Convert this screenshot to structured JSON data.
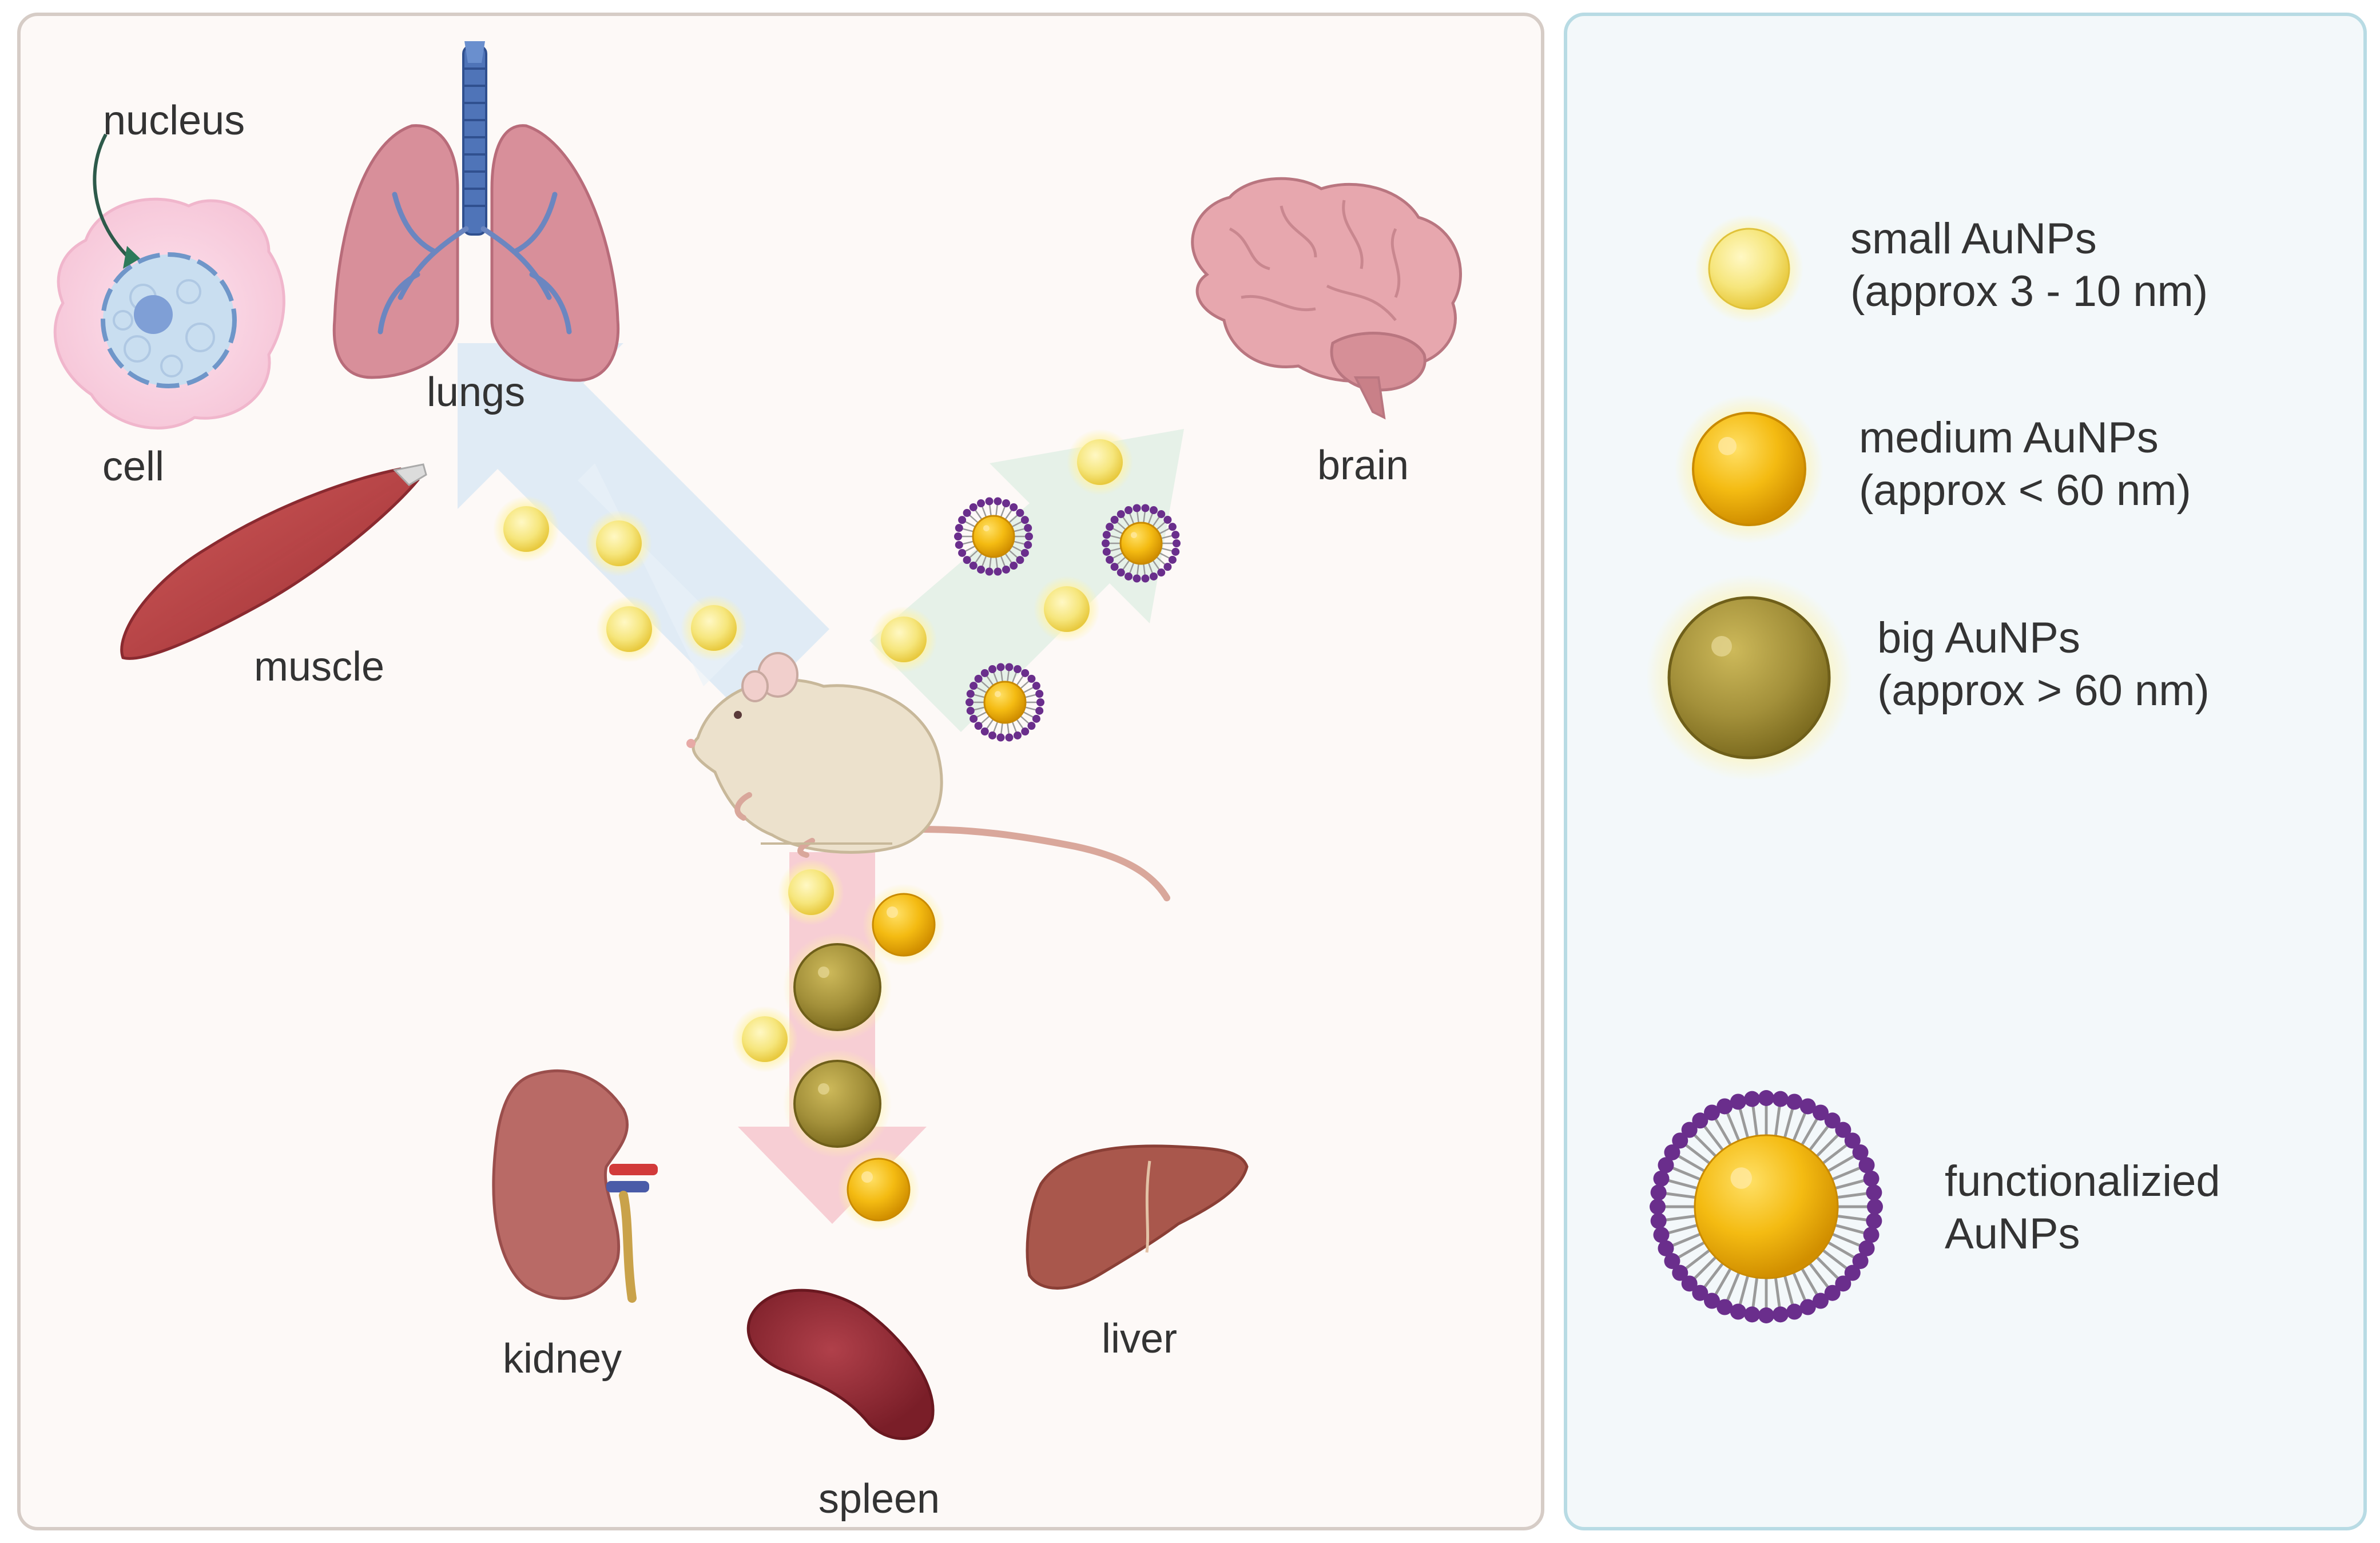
{
  "organs": {
    "nucleus": "nucleus",
    "cell": "cell",
    "lungs": "lungs",
    "muscle": "muscle",
    "brain": "brain",
    "kidney": "kidney",
    "spleen": "spleen",
    "liver": "liver"
  },
  "legend": {
    "small": {
      "line1": "small AuNPs",
      "line2": "(approx 3 - 10 nm)"
    },
    "medium": {
      "line1": "medium AuNPs",
      "line2": "(approx < 60 nm)"
    },
    "big": {
      "line1": "big AuNPs",
      "line2": "(approx > 60 nm)"
    },
    "functionalized": {
      "line1": "functionalizied",
      "line2": "AuNPs"
    }
  },
  "colors": {
    "small_particle": "#f5e27a",
    "medium_particle": "#f2b90c",
    "big_particle": "#a89432",
    "ligand_head": "#6a2e8c",
    "arrow_blue": "#dde9f4",
    "arrow_green": "#e3efe6",
    "arrow_pink": "#f6c9cf"
  }
}
